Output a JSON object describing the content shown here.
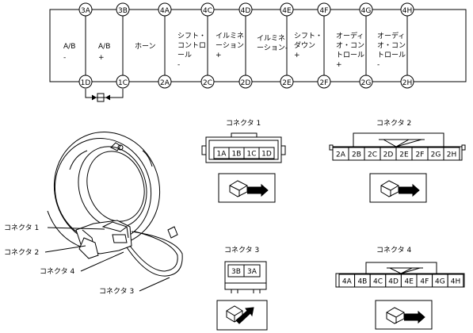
{
  "top_terminals": [
    "3A",
    "3B",
    "4A",
    "4C",
    "4D",
    "4E",
    "4F",
    "4G",
    "4H"
  ],
  "bottom_terminals": [
    "1D",
    "1C",
    "2A",
    "2C",
    "2D",
    "2E",
    "2F",
    "2G",
    "2H"
  ],
  "circuits": [
    {
      "lines": [
        "A/B",
        "-"
      ]
    },
    {
      "lines": [
        "A/B",
        "+"
      ]
    },
    {
      "lines": [
        "ホーン"
      ]
    },
    {
      "lines": [
        "シフト・",
        "コントロ",
        "ール",
        "-"
      ]
    },
    {
      "lines": [
        "イルミネ",
        "ーション",
        "+"
      ]
    },
    {
      "lines": [
        "イルミネ",
        "ーション-"
      ]
    },
    {
      "lines": [
        "シフト・",
        "ダウン",
        "+"
      ]
    },
    {
      "lines": [
        "オーディ",
        "オ・コン",
        "トロール",
        "+"
      ]
    },
    {
      "lines": [
        "オーディ",
        "オ・コン",
        "トロール",
        "-"
      ]
    }
  ],
  "callouts": [
    "コネクタ 1",
    "コネクタ 2",
    "コネクタ 4",
    "コネクタ 3"
  ],
  "connector1": {
    "title": "コネクタ 1",
    "pins": [
      "1A",
      "1B",
      "1C",
      "1D"
    ]
  },
  "connector2": {
    "title": "コネクタ 2",
    "pins": [
      "2A",
      "2B",
      "2C",
      "2D",
      "2E",
      "2F",
      "2G",
      "2H"
    ]
  },
  "connector3": {
    "title": "コネクタ 3",
    "pins": [
      "3B",
      "3A"
    ]
  },
  "connector4": {
    "title": "コネクタ 4",
    "pins": [
      "4A",
      "4B",
      "4C",
      "4D",
      "4E",
      "4F",
      "4G",
      "4H"
    ]
  }
}
